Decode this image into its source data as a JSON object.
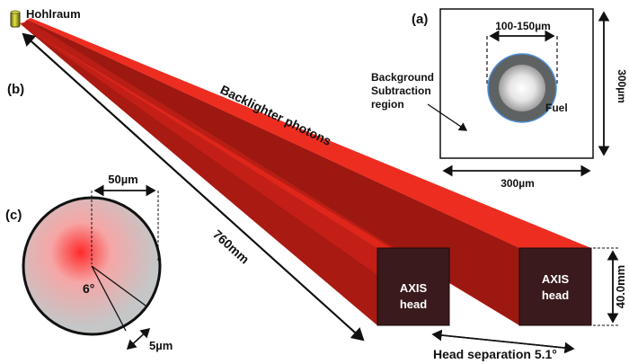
{
  "hohlraum_label": "Hohlraum",
  "panel_a": {
    "label": "(a)",
    "dim_top": "100-150µm",
    "dim_right": "300µm",
    "dim_bottom": "300µm",
    "background_lines": [
      "Background",
      "Subtraction",
      "region"
    ],
    "fuel_label": "Fuel"
  },
  "panel_b": {
    "label": "(b)",
    "beam_label": "Backlighter photons",
    "distance_label": "760mm",
    "head_height_label": "40.0mm",
    "separation_label": "Head separation 5.1°",
    "head_left_lines": [
      "AXIS",
      "head"
    ],
    "head_right_lines": [
      "AXIS",
      "head"
    ]
  },
  "panel_c": {
    "label": "(c)",
    "radius_label": "50µm",
    "angle_label": "6°",
    "width_label": "5µm"
  },
  "colors": {
    "beam_top": "#e8271c",
    "beam_side": "#a81a12",
    "beam_bottom": "#c9221a",
    "head_face": "#3a1a1c",
    "fuel_shell": "#5f6263",
    "fuel_outline": "#4a90d9"
  }
}
